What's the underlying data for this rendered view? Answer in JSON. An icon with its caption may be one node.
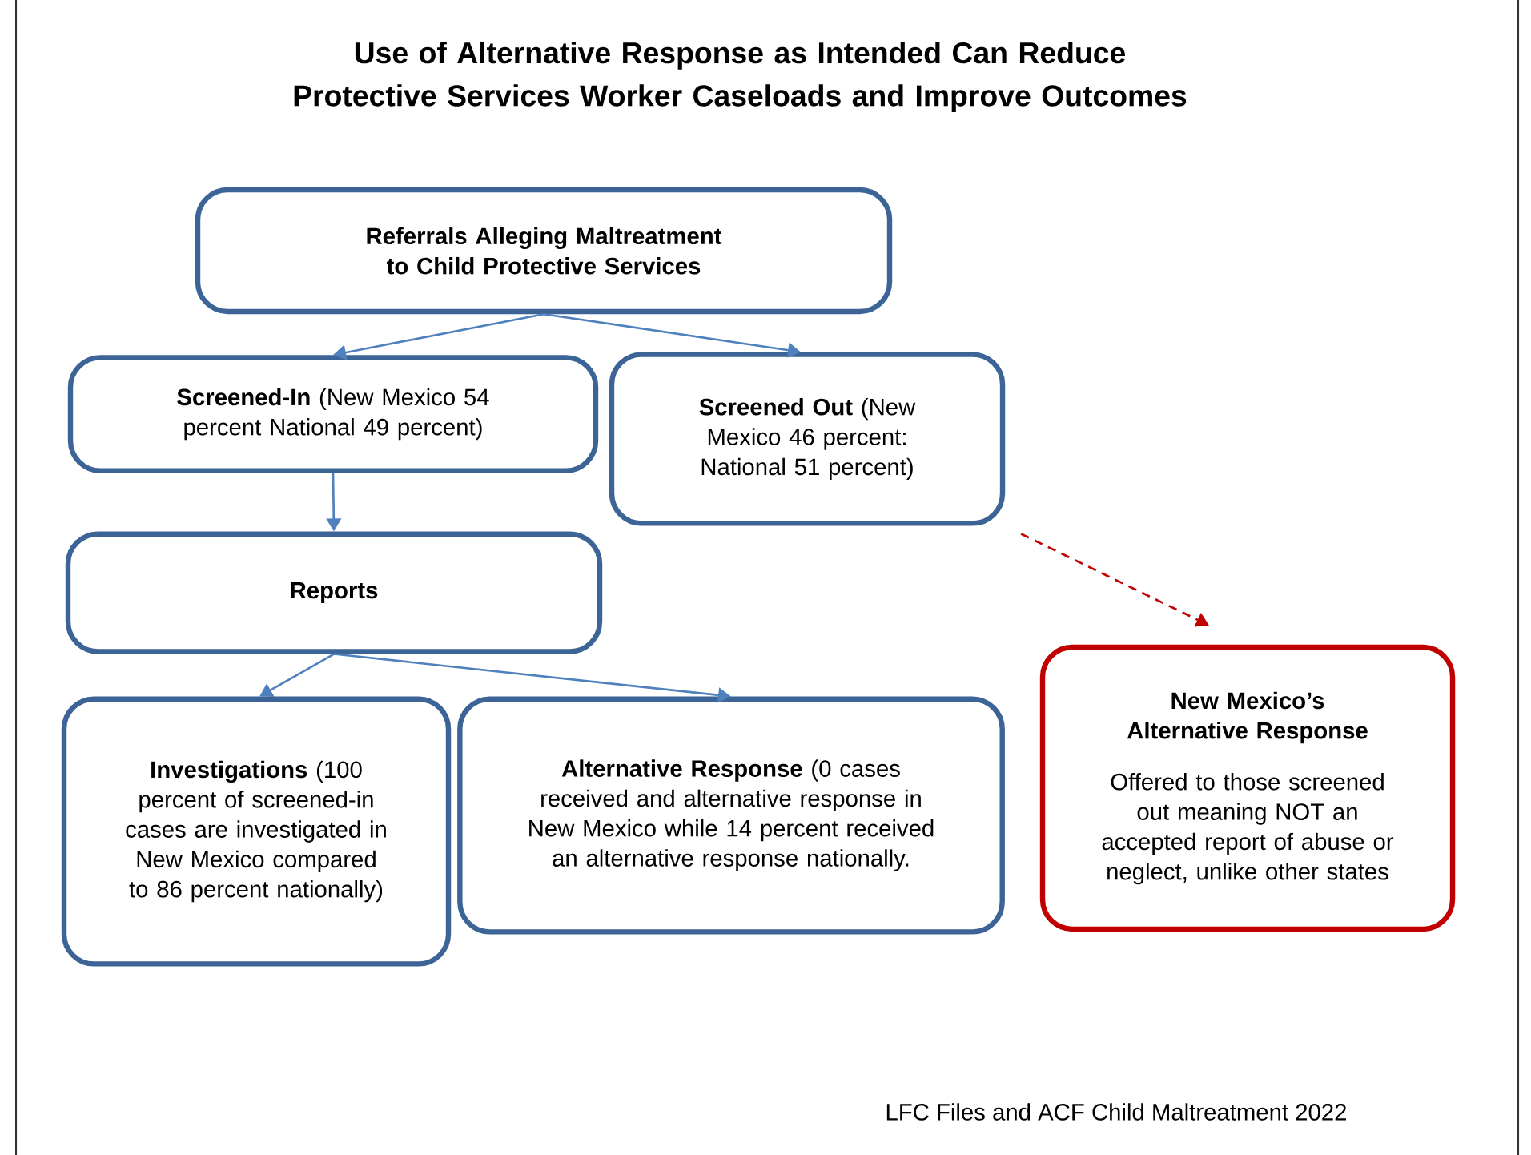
{
  "diagram": {
    "title": "Use of Alternative Response as Intended Can Reduce Protective Services Worker Caseloads and Improve Outcomes",
    "nodes": [
      {
        "text": [
          "**Referrals Alleging Maltreatment  to Child Protective Services**"
        ]
      },
      {
        "text": [
          "**Screened-In** (New Mexico 54 percent National 49 percent)"
        ]
      },
      {
        "text": [
          "**Screened Out** (New Mexico 46 percent: National 51 percent)"
        ]
      },
      {
        "text": [
          "**Reports**"
        ]
      },
      {
        "text": [
          "**Investigations** (100 percent of screened-in cases are investigated in New Mexico compared to 86 percent nationally)"
        ]
      },
      {
        "text": [
          "**Alternative Response** (0 cases received and alternative response in New Mexico while 14 percent received an alternative response nationally."
        ]
      },
      {
        "text": [
          "New Mexico’s Alternative Response",
          "Offered to those screened out meaning NOT an accepted report of abuse or neglect, unlike other states"
        ]
      }
    ],
    "edges": [
      {
        "from": 0,
        "to": 1,
        "arrow": "to"
      },
      {
        "from": 0,
        "to": 2,
        "arrow": "to"
      },
      {
        "from": 1,
        "to": 3,
        "arrow": "to"
      },
      {
        "from": 3,
        "to": 4,
        "arrow": "to"
      },
      {
        "from": 3,
        "to": 5,
        "arrow": "to"
      },
      {
        "from": 2,
        "to": 6,
        "arrow": "to",
        "style": "dashed",
        "color": "#c00000"
      }
    ],
    "labels": [
      "LFC Files and ACF Child Maltreatment 2022"
    ]
  }
}
